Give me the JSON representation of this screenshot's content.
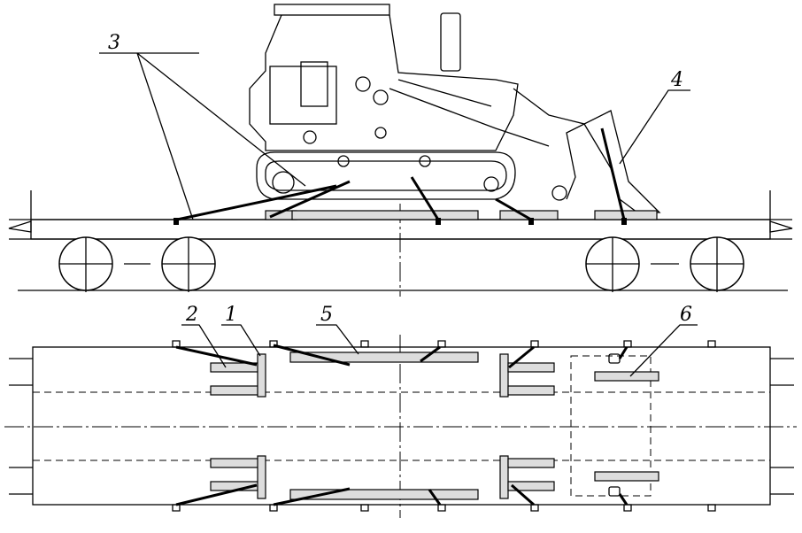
{
  "labels": {
    "l3": "3",
    "l4": "4",
    "l2": "2",
    "l1": "1",
    "l5": "5",
    "l6": "6"
  }
}
